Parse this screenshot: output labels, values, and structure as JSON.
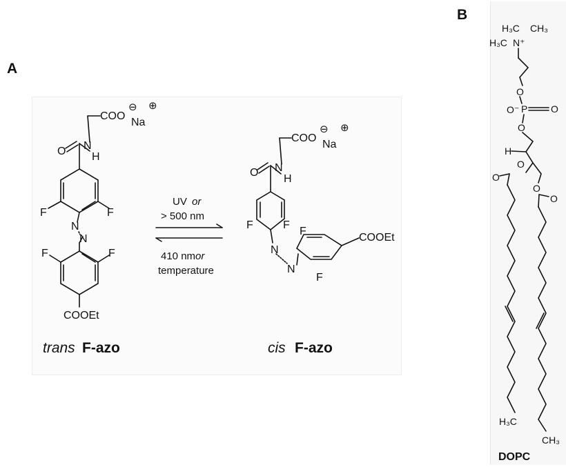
{
  "panels": {
    "a": {
      "label": "A",
      "trans_molecule": {
        "carboxylate": "COO",
        "counter_ion": "Na",
        "minus": "⊖",
        "plus": "⊕",
        "carbonyl_o": "O",
        "amide_n": "N",
        "amide_h": "H",
        "f": "F",
        "azo_n": "N",
        "ester": "COOEt",
        "caption_prefix": "trans",
        "caption_name": "F-azo"
      },
      "cis_molecule": {
        "carboxylate": "COO",
        "counter_ion": "Na",
        "minus": "⊖",
        "plus": "⊕",
        "carbonyl_o": "O",
        "amide_n": "N",
        "amide_h": "H",
        "f": "F",
        "azo_n": "N",
        "ester": "COOEt",
        "caption_prefix": "cis",
        "caption_name": "F-azo"
      },
      "forward_condition": {
        "line1": "UV",
        "line1_em": "or",
        "line2": "> 500 nm"
      },
      "reverse_condition": {
        "line1": "410 nm",
        "line1_em": "or",
        "line2": "temperature"
      }
    },
    "b": {
      "label": "B",
      "dopc": {
        "h3c": "H₃C",
        "ch3": "CH₃",
        "n_plus": "N⁺",
        "o": "O",
        "o_minus": "O⁻",
        "p": "P",
        "h": "H",
        "name": "DOPC"
      }
    }
  }
}
